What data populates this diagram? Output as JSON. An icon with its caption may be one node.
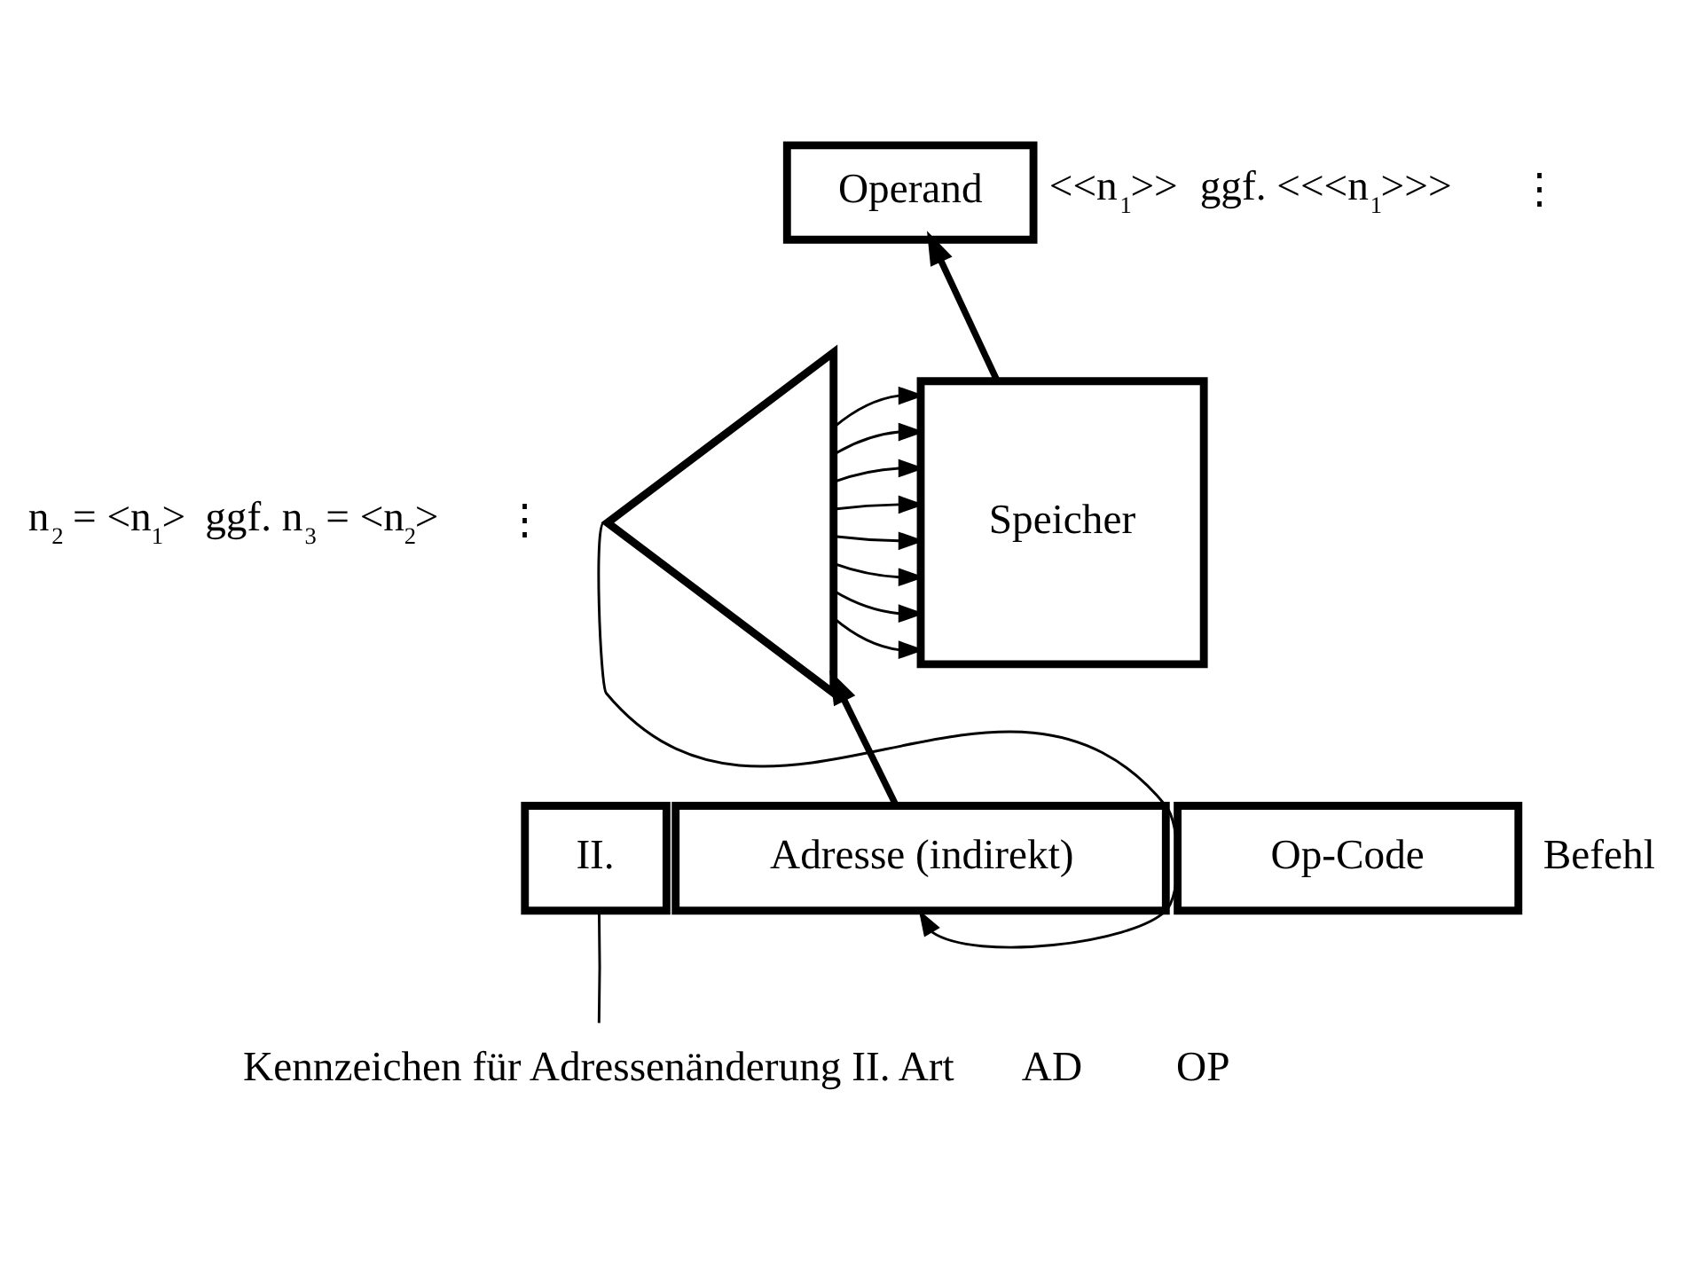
{
  "diagram": {
    "nodes": [
      {
        "text": [
          "Operand"
        ]
      },
      {
        "text": [],
        "shape": "triangle"
      },
      {
        "text": [
          "Speicher"
        ]
      },
      {
        "text": [
          "II."
        ]
      },
      {
        "text": [
          "Adresse (indirekt)"
        ]
      },
      {
        "text": [
          "Op-Code"
        ]
      },
      {
        "text": [
          "Kennzeichen für Adressenänderung II. Art"
        ]
      }
    ],
    "edges": [
      {
        "from": 2,
        "to": 0,
        "arrow": "to",
        "style": "thick"
      },
      {
        "from": 1,
        "to": 2,
        "arrow": "to"
      },
      {
        "from": 1,
        "to": 2,
        "arrow": "to"
      },
      {
        "from": 1,
        "to": 2,
        "arrow": "to"
      },
      {
        "from": 1,
        "to": 2,
        "arrow": "to"
      },
      {
        "from": 1,
        "to": 2,
        "arrow": "to"
      },
      {
        "from": 1,
        "to": 2,
        "arrow": "to"
      },
      {
        "from": 1,
        "to": 2,
        "arrow": "to"
      },
      {
        "from": 1,
        "to": 2,
        "arrow": "to"
      },
      {
        "from": 4,
        "to": 1,
        "arrow": "to",
        "style": "thick"
      },
      {
        "from": 1,
        "to": 4,
        "arrow": "to"
      },
      {
        "from": 6,
        "to": 3,
        "arrow": "none"
      }
    ],
    "labels": [
      "n$_{2}$ = <n$_{1}$>",
      "ggf. n$_{3}$ = <n$_{2}$>",
      "⋮",
      "<<n$_{1}$>>",
      "ggf. <<<n$_{1}$>>>",
      "⋮",
      "Befehl",
      "AD",
      "OP"
    ]
  }
}
